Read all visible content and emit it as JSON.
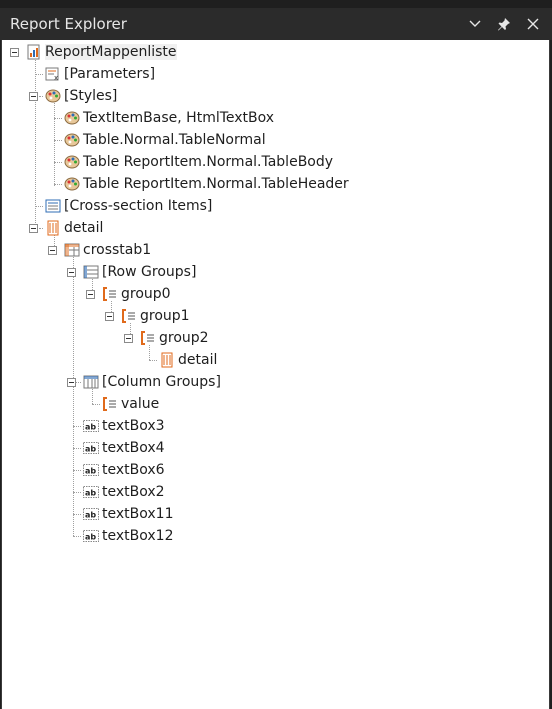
{
  "window": {
    "title": "Report Explorer"
  },
  "titlebar_buttons": [
    {
      "name": "chevron-down-icon"
    },
    {
      "name": "pin-icon"
    },
    {
      "name": "close-icon"
    }
  ],
  "tree": {
    "root": "ReportMappenliste",
    "parameters": "[Parameters]",
    "styles": "[Styles]",
    "style_items": [
      "TextItemBase, HtmlTextBox",
      "Table.Normal.TableNormal",
      "Table ReportItem.Normal.TableBody",
      "Table ReportItem.Normal.TableHeader"
    ],
    "cross_section": "[Cross-section Items]",
    "detail": "detail",
    "crosstab": "crosstab1",
    "row_groups": "[Row Groups]",
    "group0": "group0",
    "group1": "group1",
    "group2": "group2",
    "group2_detail": "detail",
    "column_groups": "[Column Groups]",
    "value": "value",
    "textboxes": [
      "textBox3",
      "textBox4",
      "textBox6",
      "textBox2",
      "textBox11",
      "textBox12"
    ]
  },
  "colors": {
    "titlebar_bg": "#2b2b2b",
    "panel_bg": "#ffffff",
    "accent_orange": "#e06a1b",
    "accent_blue": "#2f6db5"
  }
}
